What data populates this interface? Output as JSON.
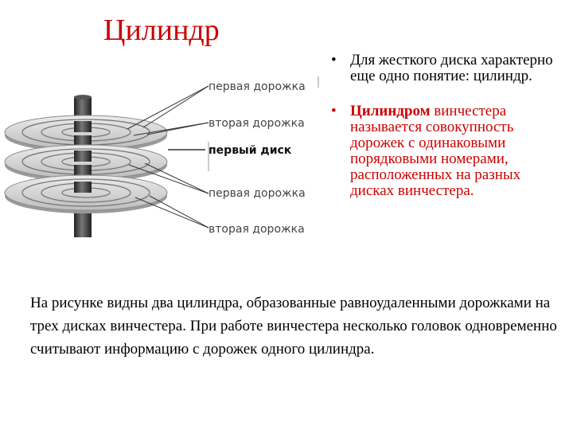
{
  "slide": {
    "title": "Цилиндр"
  },
  "figure": {
    "labels": {
      "track1_top": "первая дорожка",
      "track2_top": "вторая дорожка",
      "first_disk": "первый диск",
      "track1_bottom": "первая дорожка",
      "track2_bottom": "вторая дорожка"
    },
    "colors": {
      "platter": "#d9d9d9",
      "platter_edge": "#8c8c8c",
      "spindle": "#3a3a3a"
    }
  },
  "bullets": {
    "b1": "Для жесткого диска характерно еще одно понятие: цилиндр.",
    "b2_bold": "Цилиндром",
    "b2_rest": " винчестера называется совокупность дорожек с одинаковыми порядковыми номерами, расположенных на разных дисках винчестера."
  },
  "paragraph": "На рисунке видны два цилиндра, образованные равноудаленными дорожками на трех дисках винчестера. При работе винчестера несколько головок одновременно считывают информацию с дорожек одного цилиндра.",
  "bullet_symbol": "•"
}
